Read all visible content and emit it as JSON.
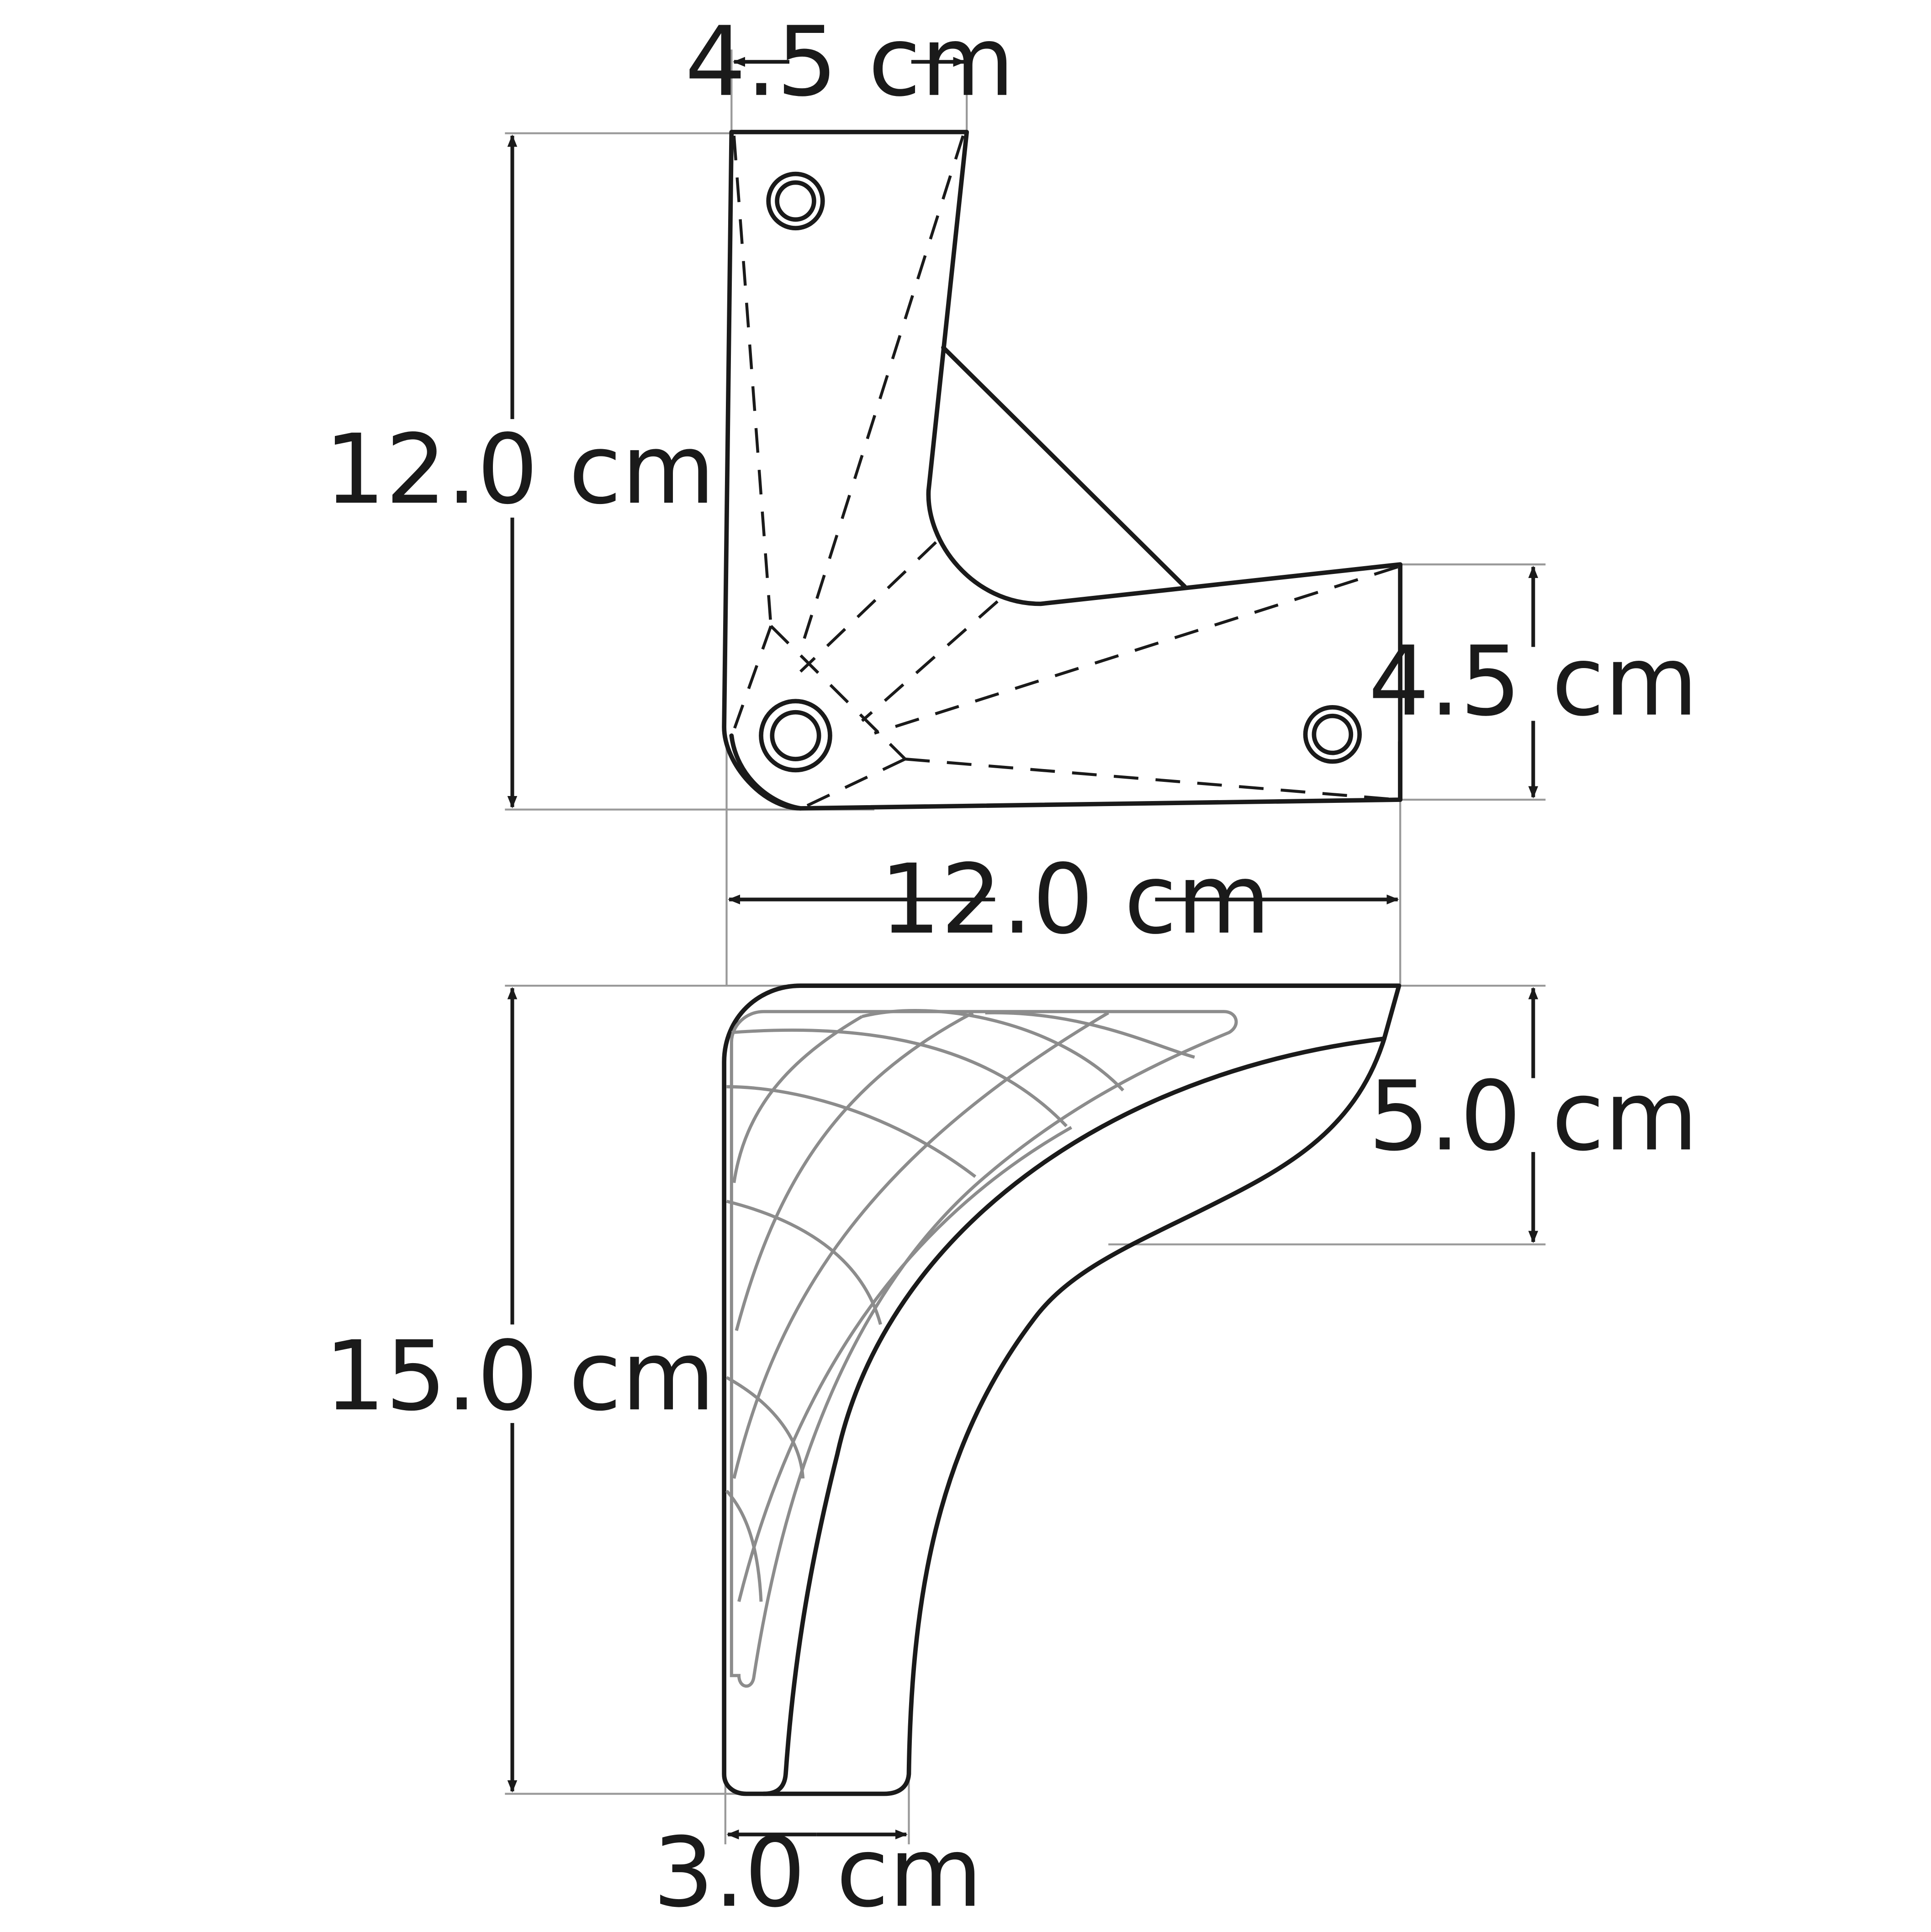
{
  "diagram": {
    "colors": {
      "line": "#1a1a1a",
      "texture": "#8c8c8c",
      "extension": "#9a9a9a",
      "background": "#ffffff"
    },
    "top_view": {
      "dimensions": {
        "bracket_width": "4.5 cm",
        "bracket_height": "12.0 cm",
        "side_width": "4.5 cm",
        "overall_length": "12.0 cm"
      }
    },
    "side_view": {
      "dimensions": {
        "overall_height": "15.0 cm",
        "top_depth": "5.0 cm",
        "foot_width": "3.0 cm"
      }
    }
  }
}
